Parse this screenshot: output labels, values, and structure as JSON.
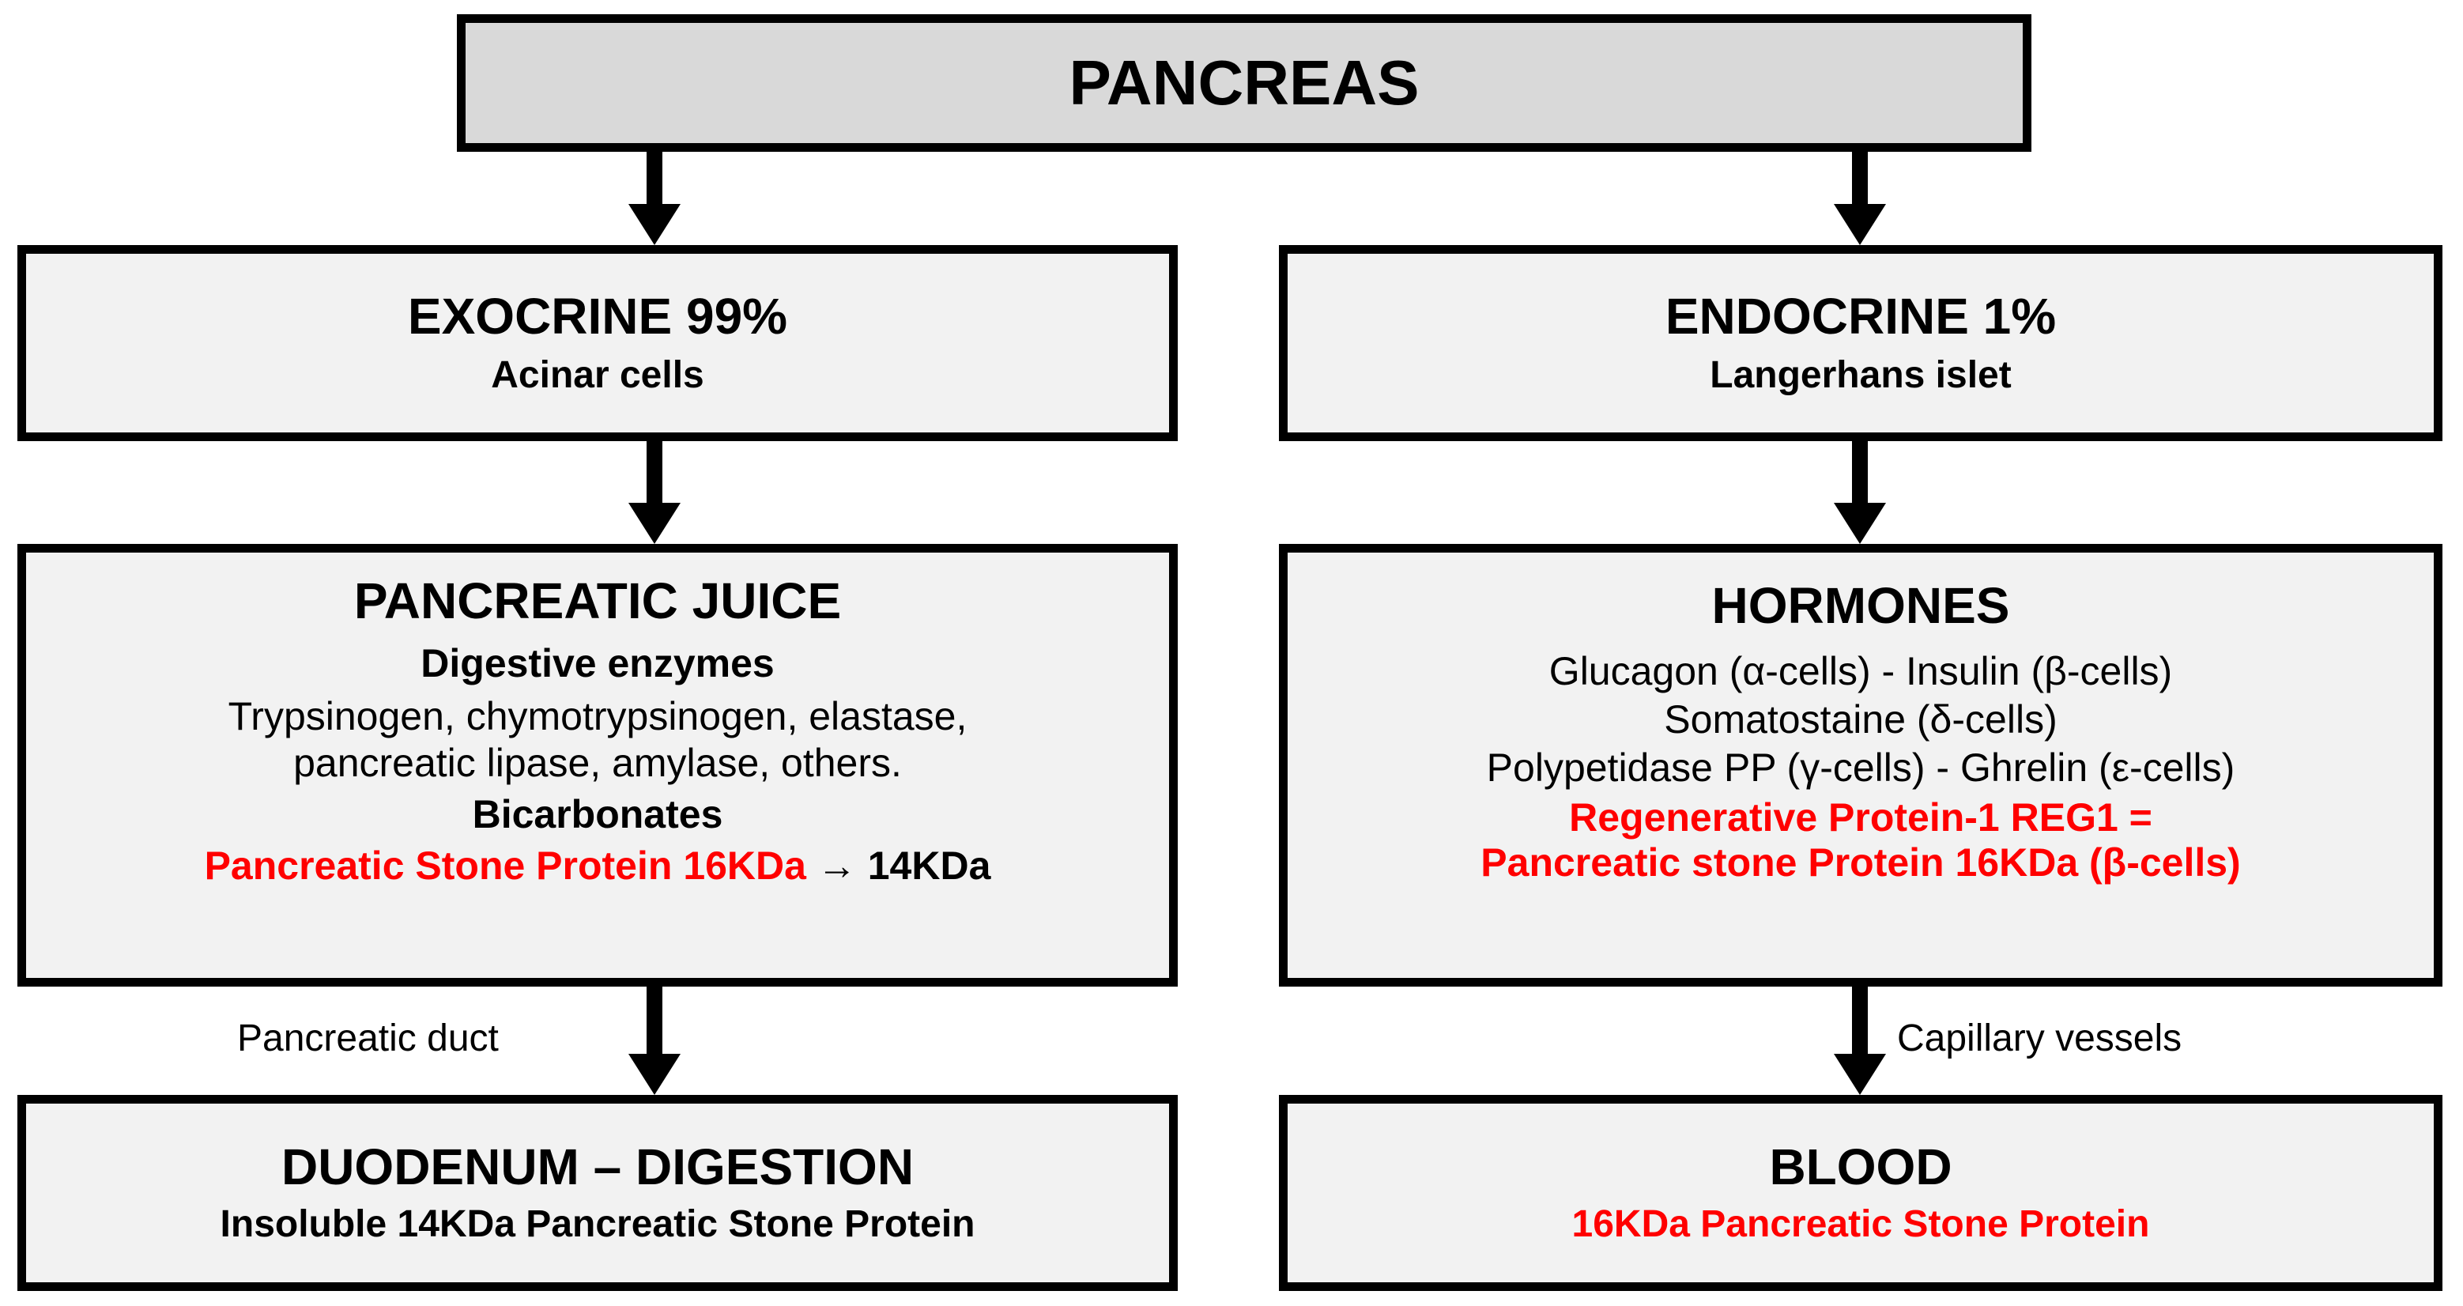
{
  "diagram": {
    "title": "Pancreas exocrine and endocrine pathways",
    "colors": {
      "accent_red": "#ff0000",
      "box_fill": "#f2f2f2",
      "root_fill": "#d9d9d9",
      "border": "#000000"
    }
  },
  "nodes": {
    "pancreas": {
      "title": "PANCREAS"
    },
    "exocrine": {
      "title": "EXOCRINE 99%",
      "subtitle": "Acinar cells"
    },
    "endocrine": {
      "title": "ENDOCRINE 1%",
      "subtitle": "Langerhans islet"
    },
    "pancreatic_juice": {
      "title": "PANCREATIC JUICE",
      "section1": "Digestive enzymes",
      "enzymes_line1": "Trypsinogen, chymotrypsinogen, elastase,",
      "enzymes_line2": "pancreatic lipase, amylase, others.",
      "section2": "Bicarbonates",
      "psp_red": "Pancreatic Stone Protein 16KDa",
      "psp_black": " → 14KDa"
    },
    "hormones": {
      "title": "HORMONES",
      "line1": "Glucagon (α-cells) - Insulin (β-cells)",
      "line2": "Somatostaine (δ-cells)",
      "line3": "Polypetidase PP (γ-cells) - Ghrelin (ε-cells)",
      "red_line1": "Regenerative Protein-1 REG1 =",
      "red_line2": "Pancreatic stone Protein 16KDa (β-cells)"
    },
    "duodenum": {
      "title": "DUODENUM – DIGESTION",
      "subtitle": "Insoluble 14KDa Pancreatic Stone Protein"
    },
    "blood": {
      "title": "BLOOD",
      "subtitle": "16KDa Pancreatic Stone Protein"
    }
  },
  "edges": {
    "pancreatic_duct_label": "Pancreatic duct",
    "capillary_vessels_label": "Capillary vessels"
  }
}
